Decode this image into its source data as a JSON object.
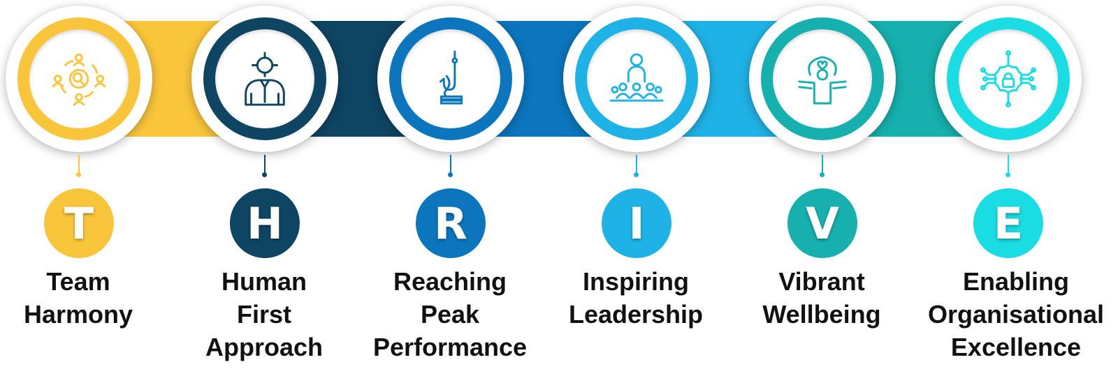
{
  "steps": [
    {
      "letter": "T",
      "label_lines": [
        "Team",
        "Harmony"
      ],
      "color": "#F9C53A",
      "icon": "team-collaboration-icon"
    },
    {
      "letter": "H",
      "label_lines": [
        "Human",
        "First",
        "Approach"
      ],
      "color": "#0E4563",
      "icon": "person-target-icon"
    },
    {
      "letter": "R",
      "label_lines": [
        "Reaching",
        "Peak",
        "Performance"
      ],
      "color": "#0B76BD",
      "icon": "fishing-hook-icon"
    },
    {
      "letter": "I",
      "label_lines": [
        "Inspiring",
        "Leadership"
      ],
      "color": "#1FB2E6",
      "icon": "leader-audience-icon"
    },
    {
      "letter": "V",
      "label_lines": [
        "Vibrant",
        "Wellbeing"
      ],
      "color": "#16B0AE",
      "icon": "wellbeing-person-icon"
    },
    {
      "letter": "E",
      "label_lines": [
        "Enabling",
        "Organisational",
        "Excellence"
      ],
      "color": "#19DDE3",
      "icon": "network-lock-icon"
    }
  ]
}
